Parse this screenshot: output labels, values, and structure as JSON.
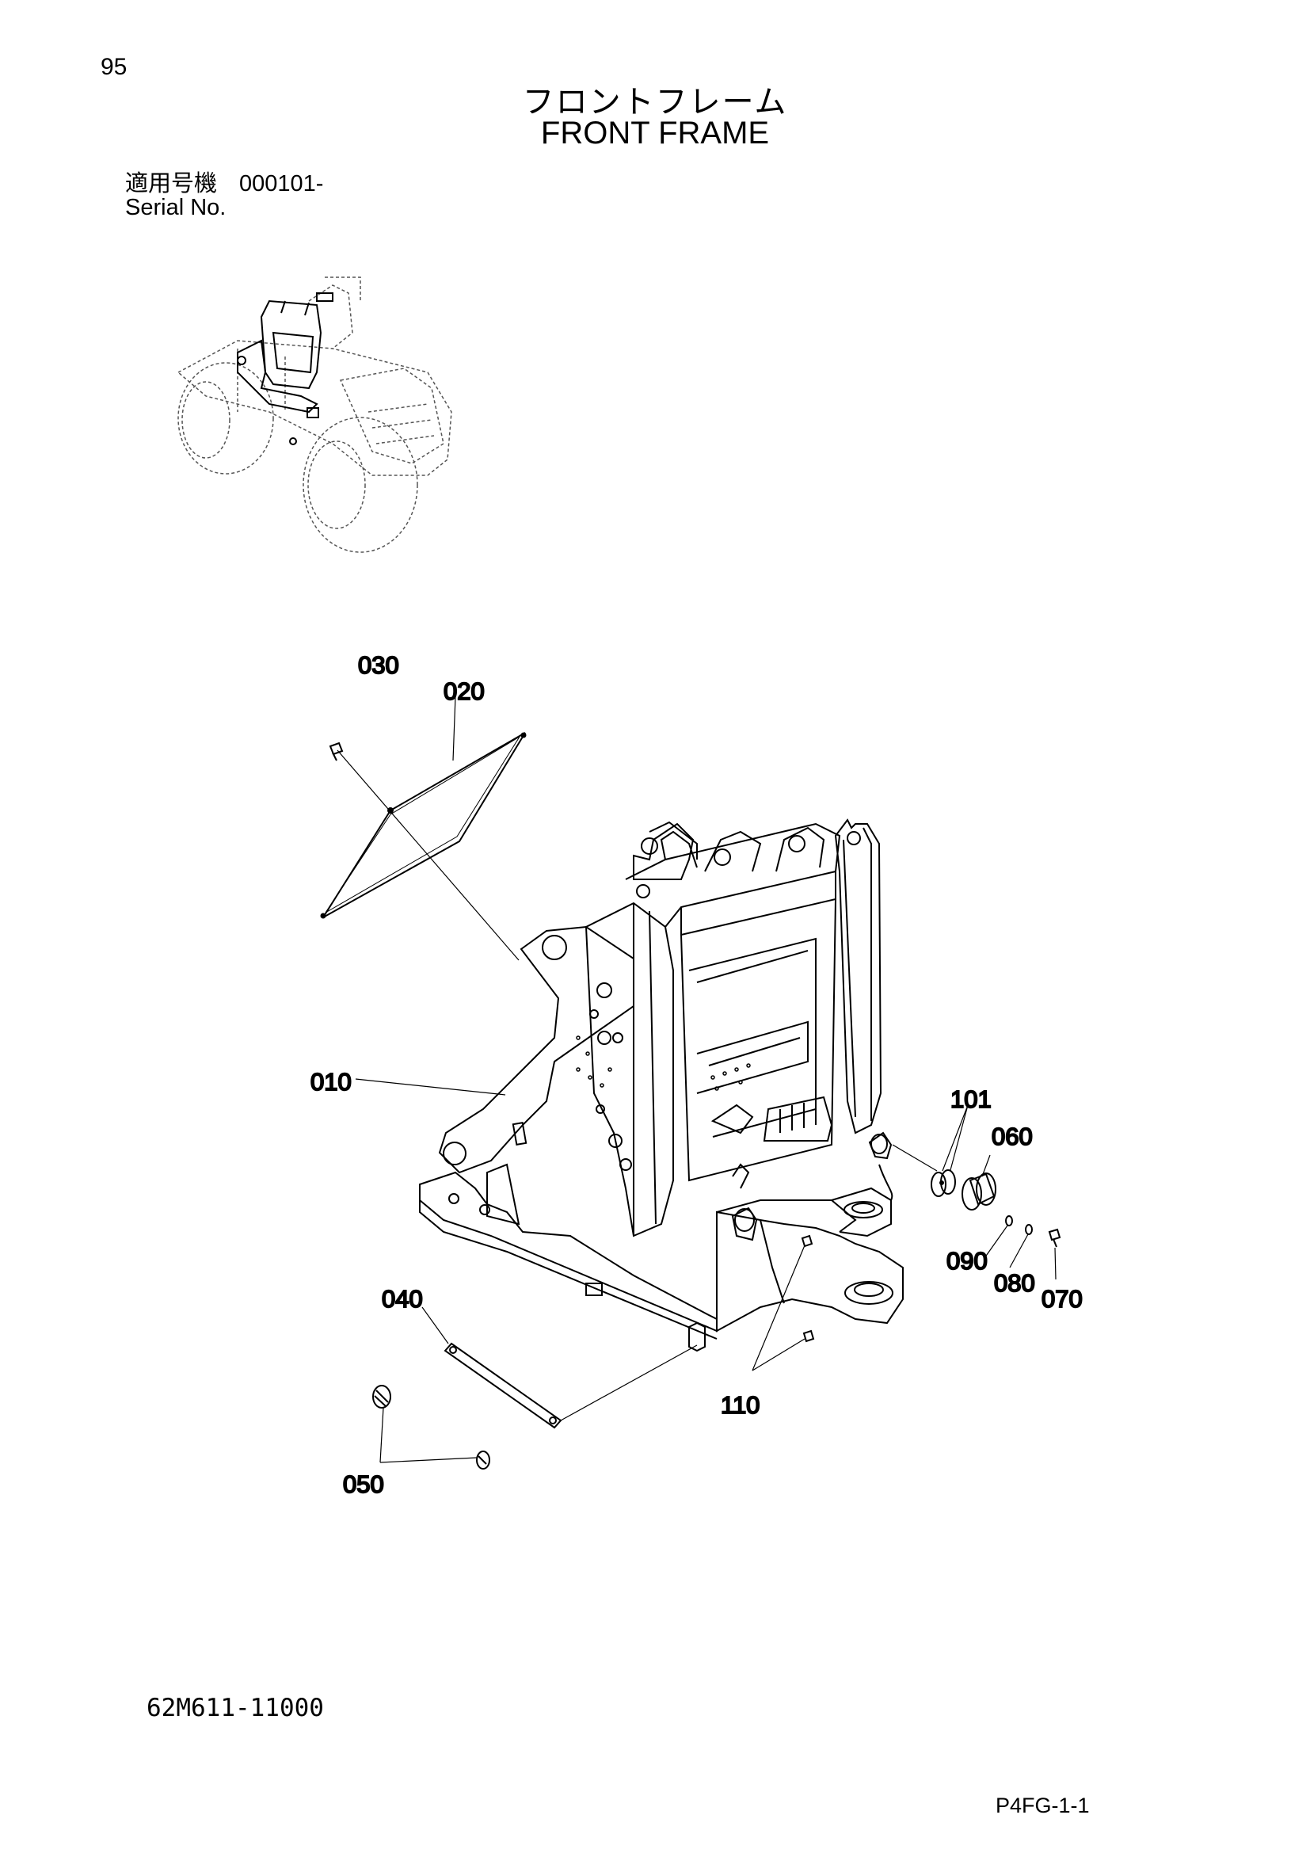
{
  "page_number": "95",
  "title_jp": "フロントフレーム",
  "title_en": "FRONT FRAME",
  "serial_label_jp": "適用号機",
  "serial_value": "000101-",
  "serial_label_en": "Serial No.",
  "callouts": {
    "c030": "030",
    "c020": "020",
    "c010": "010",
    "c101": "101",
    "c060": "060",
    "c090": "090",
    "c080": "080",
    "c070": "070",
    "c040": "040",
    "c110": "110",
    "c050": "050"
  },
  "doc_code": "62M611-11000",
  "page_code": "P4FG-1-1"
}
